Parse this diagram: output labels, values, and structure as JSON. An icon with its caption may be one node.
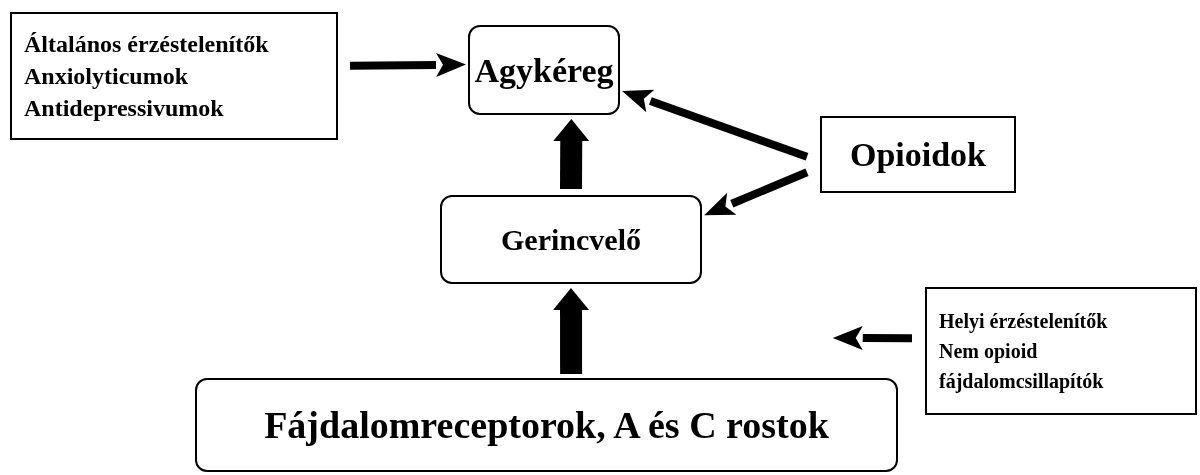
{
  "diagram": {
    "nodes": [
      {
        "text": [
          "Általános érzéstelenítők",
          "Anxiolyticumok",
          "Antidepressivumok"
        ]
      },
      {
        "text": [
          "Agykéreg"
        ]
      },
      {
        "text": [
          "Opioidok"
        ]
      },
      {
        "text": [
          "Gerincvelő"
        ]
      },
      {
        "text": [
          "Helyi érzéstelenítők",
          "Nem opioid fájdalomcsillapítók"
        ]
      },
      {
        "text": [
          "Fájdalomreceptorok, A és C rostok"
        ]
      }
    ],
    "edges": [
      {
        "from": 0,
        "to": 1,
        "arrow": "to"
      },
      {
        "from": 3,
        "to": 1,
        "arrow": "to",
        "style": "thick"
      },
      {
        "from": 5,
        "to": 3,
        "arrow": "to",
        "style": "thick"
      },
      {
        "from": 2,
        "to": 1,
        "arrow": "to"
      },
      {
        "from": 2,
        "to": 3,
        "arrow": "to"
      },
      {
        "from": 4,
        "to": 5,
        "arrow": "to"
      }
    ]
  }
}
